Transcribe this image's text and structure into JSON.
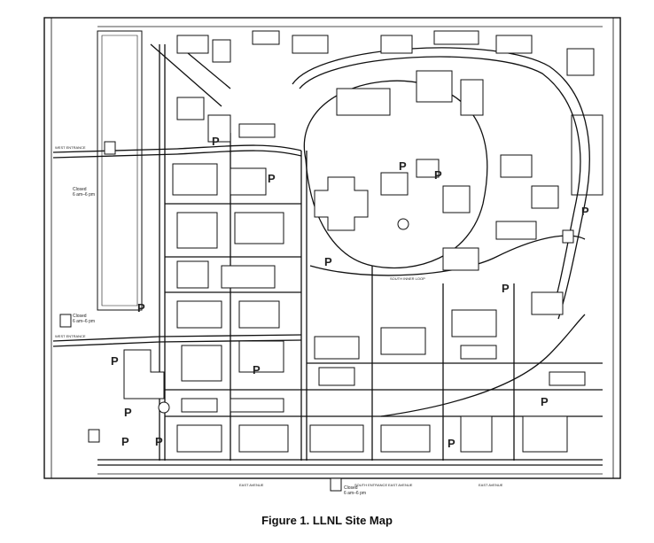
{
  "caption": "Figure 1.  LLNL Site Map",
  "map": {
    "parking_label": "P",
    "street_labels": [
      "EAST AVENUE",
      "EAST AVENUE",
      "EAST AVENUE",
      "SOUTH INNER LOOP"
    ],
    "gate_labels": [
      "WEST ENTRANCE",
      "WEST ENTRANCE",
      "SOUTH ENTRANCE"
    ],
    "entrance_notes": [
      {
        "top": "Closed",
        "bottom": "6 am–6 pm"
      },
      {
        "top": "Closed",
        "bottom": "6 am–6 pm"
      },
      {
        "top": "Closed",
        "bottom": "6 am–6 pm"
      }
    ]
  },
  "colors": {
    "ink": "#1a1a1a",
    "paper": "#ffffff"
  }
}
